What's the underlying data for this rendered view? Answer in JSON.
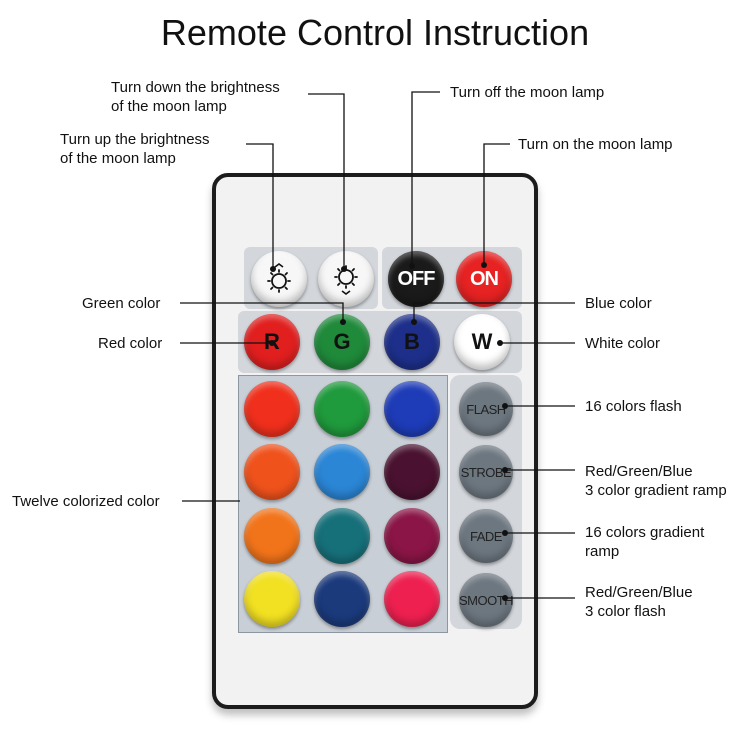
{
  "title": "Remote Control Instruction",
  "buttons": {
    "off": "OFF",
    "on": "ON",
    "red": "R",
    "green": "G",
    "blue": "B",
    "white": "W",
    "flash": "FLASH",
    "strobe": "STROBE",
    "fade": "FADE",
    "smooth": "SMOOTH"
  },
  "labels": {
    "brightness_down_1": "Turn down the brightness",
    "brightness_down_2": "of the moon lamp",
    "brightness_up_1": "Turn up the brightness",
    "brightness_up_2": "of the moon lamp",
    "off_lamp": "Turn off the moon lamp",
    "on_lamp": "Turn on the moon lamp",
    "green_color": "Green color",
    "blue_color": "Blue color",
    "red_color": "Red color",
    "white_color": "White color",
    "twelve_colors": "Twelve colorized color",
    "flash_desc": "16 colors flash",
    "strobe_desc_1": "Red/Green/Blue",
    "strobe_desc_2": "3 color gradient ramp",
    "fade_desc_1": "16 colors gradient",
    "fade_desc_2": "ramp",
    "smooth_desc_1": "Red/Green/Blue",
    "smooth_desc_2": "3 color flash"
  },
  "colors": {
    "off_button": "#1a1a1a",
    "on_button": "#e62222",
    "red_button": "#e11f1f",
    "green_button": "#1f8a3a",
    "blue_button": "#1d2f8a",
    "white_button": "#ffffff",
    "grid": [
      "#f0301c",
      "#1f9a3c",
      "#1e3cb8",
      "#f0521c",
      "#2b86d6",
      "#4a1230",
      "#f2741a",
      "#16707a",
      "#8a1546",
      "#f2e022",
      "#1b3a7c",
      "#ee2050"
    ]
  },
  "icons": [
    "brightness-up-icon",
    "brightness-down-icon"
  ]
}
